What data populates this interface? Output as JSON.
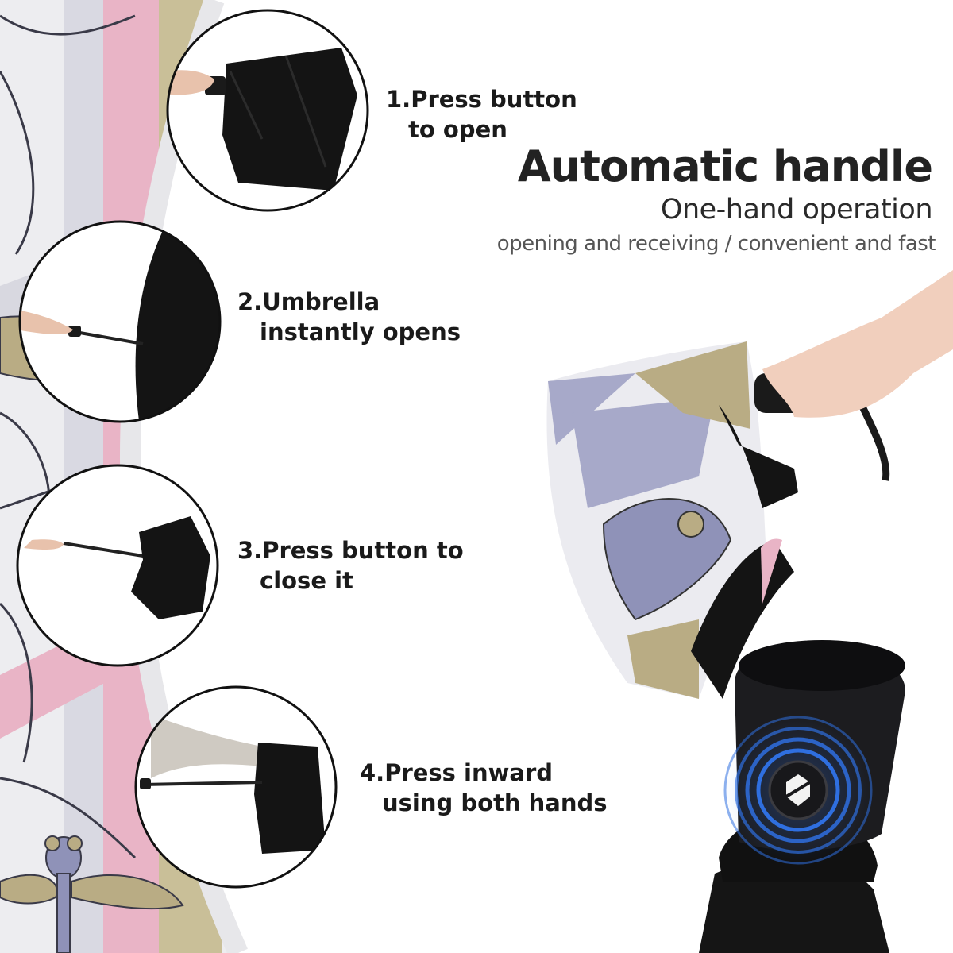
{
  "header": {
    "title": "Automatic  handle",
    "subtitle": "One-hand operation",
    "tagline_left": "opening and receiving",
    "tagline_separator": "/",
    "tagline_right": "convenient and fast"
  },
  "steps": [
    {
      "line1": "1.Press button",
      "line2": "to open"
    },
    {
      "line1": "2.Umbrella",
      "line2": "instantly opens"
    },
    {
      "line1": "3.Press button to",
      "line2": "close it"
    },
    {
      "line1": "4.Press inward",
      "line2": "using both hands"
    }
  ],
  "colors": {
    "pattern_pink": "#e9b4c6",
    "pattern_lavender": "#a7a9c9",
    "pattern_khaki": "#b9ac84",
    "pattern_gray": "#e3e3e8",
    "canopy_black": "#141414",
    "button_glow": "#2f6fe0",
    "text_dark": "#222222"
  },
  "icons": [
    "umbrella-pattern",
    "dragonfly-icon",
    "hand-icon",
    "handle-button-icon"
  ]
}
